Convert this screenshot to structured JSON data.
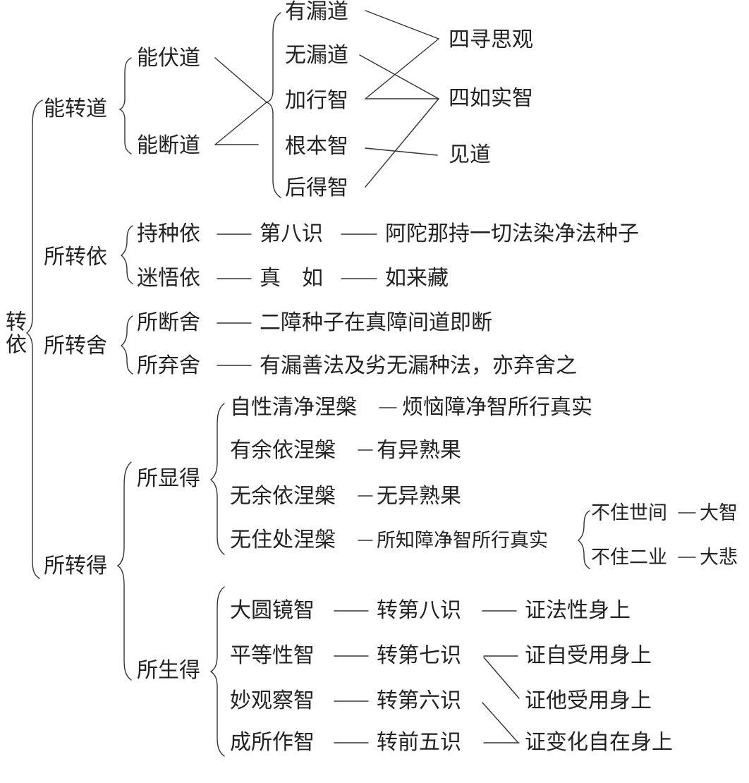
{
  "root": "转依",
  "neng_zhuan_dao": {
    "label": "能转道",
    "children": [
      "能伏道",
      "能断道"
    ],
    "paths": [
      "有漏道",
      "无漏道",
      "加行智",
      "根本智",
      "后得智"
    ],
    "results": [
      "四寻思观",
      "四如实智",
      "见道"
    ]
  },
  "suo_zhuan_yi": {
    "label": "所转依",
    "rows": [
      {
        "name": "持种依",
        "middle": "第八识",
        "end": "阿陀那持一切法染净法种子"
      },
      {
        "name": "迷悟依",
        "middle": "真　如",
        "end": "如来藏"
      }
    ]
  },
  "suo_zhuan_she": {
    "label": "所转舍",
    "rows": [
      {
        "name": "所断舍",
        "end": "二障种子在真障间道即断"
      },
      {
        "name": "所弃舍",
        "end": "有漏善法及劣无漏种法，亦弃舍之"
      }
    ]
  },
  "suo_zhuan_de": {
    "label": "所转得",
    "suo_xian_de": {
      "label": "所显得",
      "rows": [
        {
          "name": "自性清净涅槃",
          "end": "烦恼障净智所行真实"
        },
        {
          "name": "有余依涅槃",
          "end": "有异熟果"
        },
        {
          "name": "无余依涅槃",
          "end": "无异熟果"
        },
        {
          "name": "无住处涅槃",
          "end": "所知障净智所行真实"
        }
      ],
      "sub": [
        {
          "name": "不住世间",
          "end": "大智"
        },
        {
          "name": "不住二业",
          "end": "大悲"
        }
      ]
    },
    "suo_sheng_de": {
      "label": "所生得",
      "rows": [
        {
          "name": "大圆镜智",
          "middle": "转第八识",
          "end": "证法性身上"
        },
        {
          "name": "平等性智",
          "middle": "转第七识",
          "end": "证自受用身上"
        },
        {
          "name": "妙观察智",
          "middle": "转第六识",
          "end": "证他受用身上"
        },
        {
          "name": "成所作智",
          "middle": "转前五识",
          "end": "证变化自在身上"
        }
      ]
    }
  }
}
